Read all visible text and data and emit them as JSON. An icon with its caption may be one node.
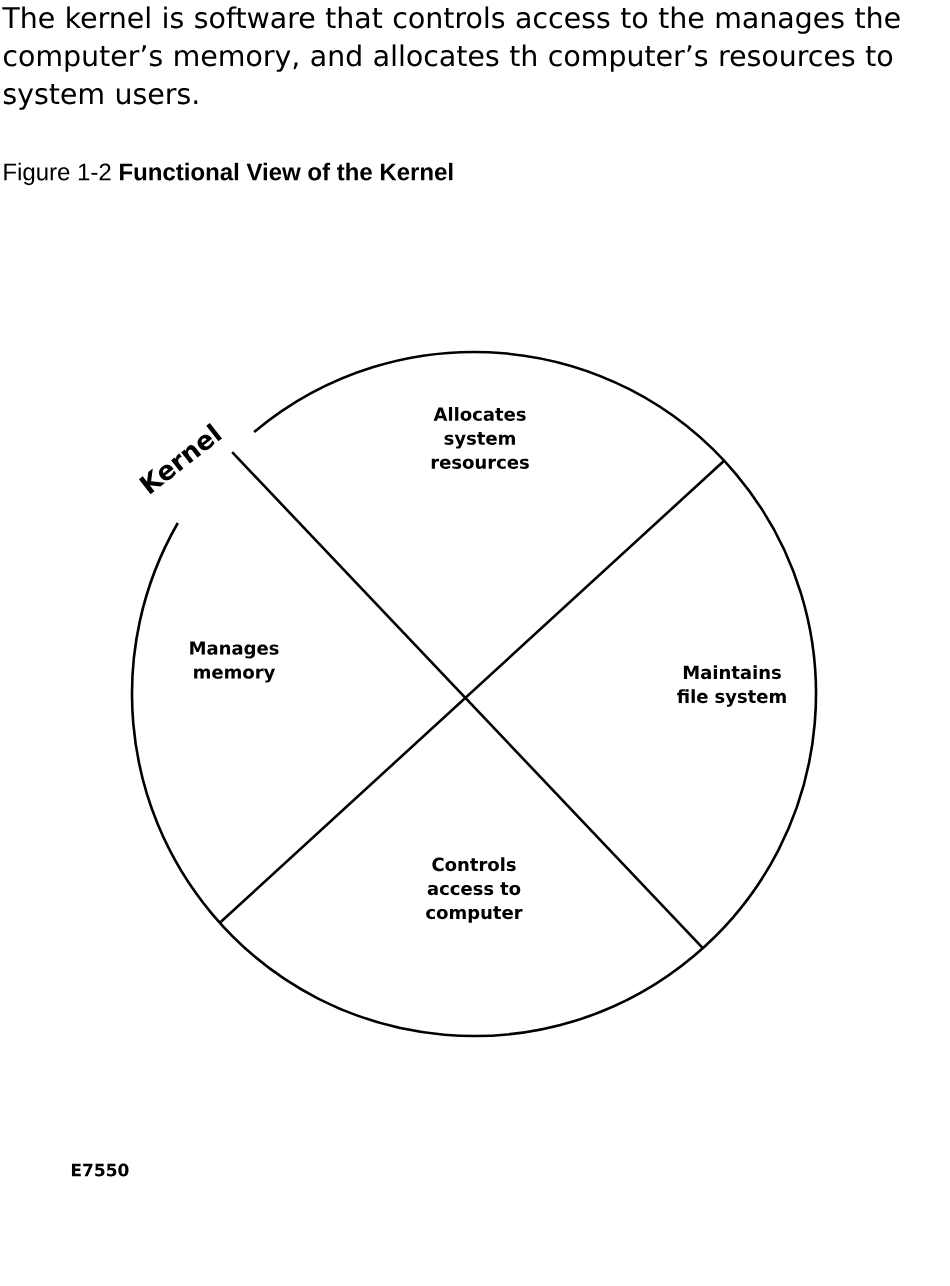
{
  "diagram": {
    "title": "Figure 1-2 **Functional View of the Kernel**",
    "nodes": [
      {
        "text": [
          "Kernel"
        ]
      },
      {
        "text": [
          "Allocates system resources"
        ],
        "in": 0
      },
      {
        "text": [
          "Manages memory"
        ],
        "in": 0
      },
      {
        "text": [
          "Maintains file system"
        ],
        "in": 0
      },
      {
        "text": [
          "Controls access to computer"
        ],
        "in": 0
      }
    ],
    "labels": [
      "The kernel is software that controls access to the manages the computer’s memory, and allocates th computer’s resources to system users.",
      "E7550"
    ]
  }
}
